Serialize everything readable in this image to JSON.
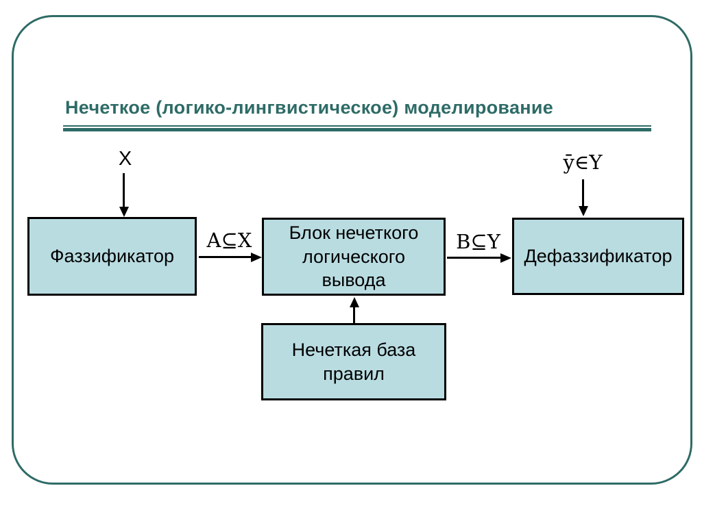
{
  "slide": {
    "title": "Нечеткое (логико-лингвистическое) моделирование",
    "colors": {
      "accent_teal": "#2E6B66",
      "box_fill": "#B9DCE1",
      "box_border": "#000000",
      "background": "#FFFFFF"
    }
  },
  "diagram": {
    "boxes": [
      {
        "id": "fuzzifier",
        "label": "Фаззификатор"
      },
      {
        "id": "inference",
        "label": "Блок нечеткого логического вывода"
      },
      {
        "id": "defuzzifier",
        "label": "Дефаззификатор"
      },
      {
        "id": "rulebase",
        "label": "Нечеткая база правил"
      }
    ],
    "labels": {
      "input_signal": "X",
      "fuzzified_set": "A⊆X",
      "inferred_set": "B⊆Y",
      "output_value": "ȳ∈Y"
    }
  }
}
